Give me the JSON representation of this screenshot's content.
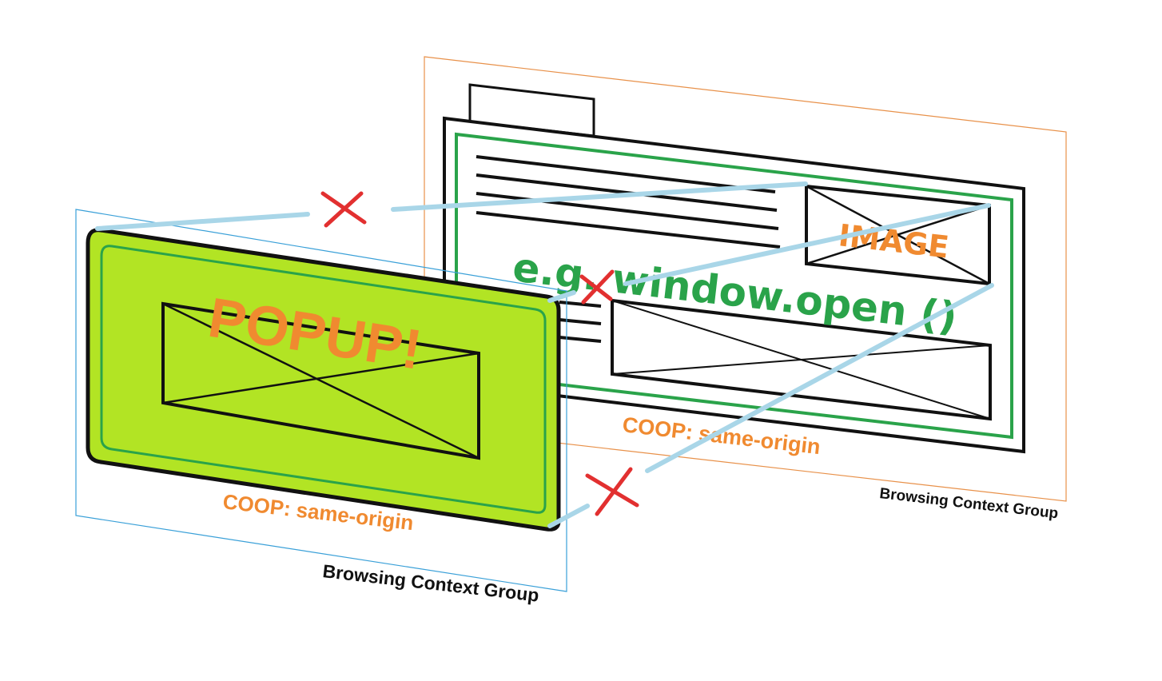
{
  "main_page": {
    "image_label": "IMAGE",
    "api_label": "e.g. window.open ()",
    "coop_label": "COOP: same-origin",
    "group_label": "Browsing Context Group"
  },
  "popup": {
    "title": "POPUP!",
    "coop_label": "COOP: same-origin",
    "group_label": "Browsing Context Group"
  },
  "colors": {
    "opener_group_border": "#e8914a",
    "popup_group_border": "#3aa0d8",
    "popup_fill": "#b2e424",
    "frame_green": "#2aa34a",
    "orange_text": "#f08a30",
    "green_text": "#2aa34a",
    "blocked_link": "#a9d6e8",
    "blocked_cross": "#e23030"
  },
  "icons": [
    "blocked-cross-icon",
    "image-placeholder-icon"
  ]
}
